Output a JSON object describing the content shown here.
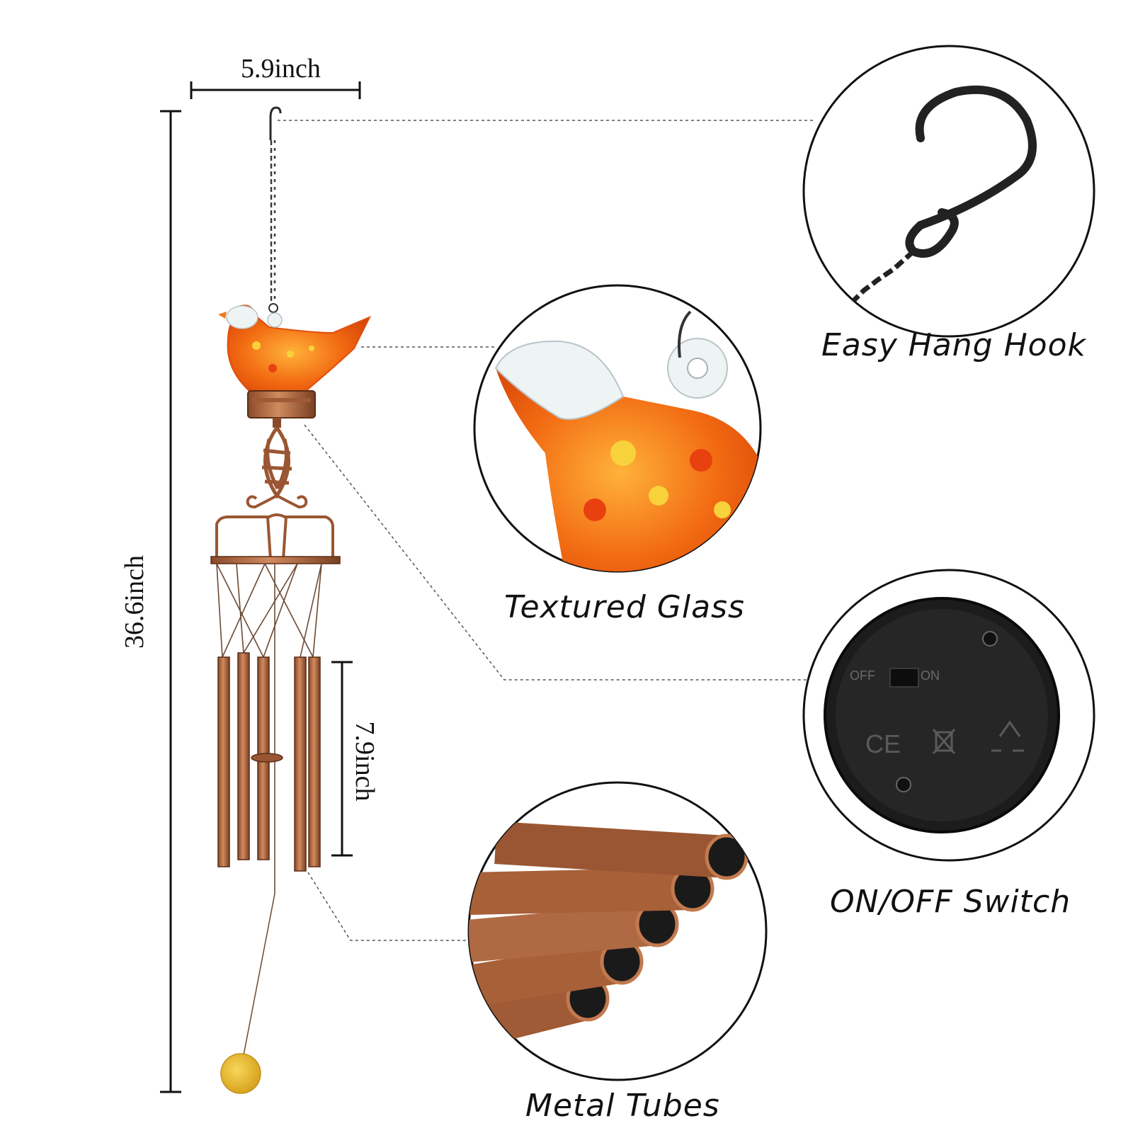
{
  "dimensions": {
    "width_label": "5.9inch",
    "height_label": "36.6inch",
    "tube_label": "7.9inch"
  },
  "features": [
    {
      "caption": "Easy Hang Hook",
      "icon": "s-hook-icon"
    },
    {
      "caption": "Textured Glass",
      "icon": "glass-bird-icon"
    },
    {
      "caption": "ON/OFF Switch",
      "icon": "switch-panel-icon"
    },
    {
      "caption": "Metal Tubes",
      "icon": "metal-tubes-icon"
    }
  ],
  "switch_panel": {
    "off_label": "OFF",
    "on_label": "ON",
    "ce_mark": "CE"
  },
  "colors": {
    "copper": "#b06a43",
    "glass_orange": "#f26a12",
    "outline": "#111111"
  }
}
